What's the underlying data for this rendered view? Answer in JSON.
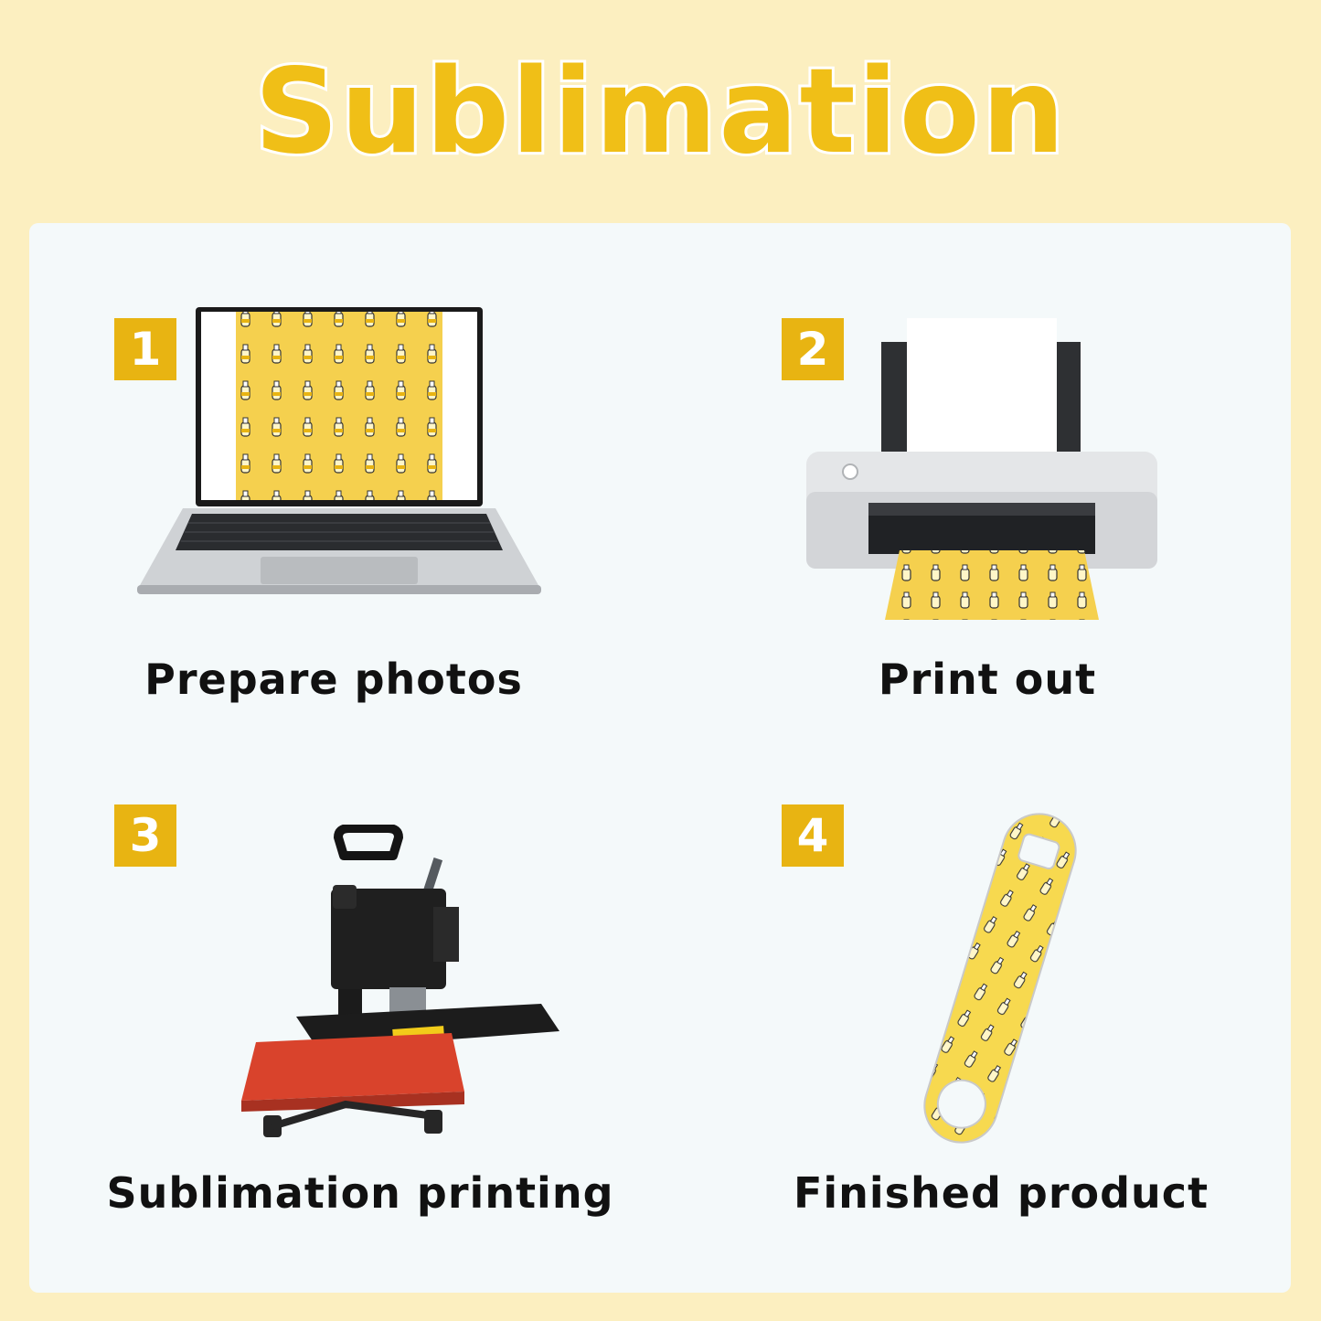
{
  "title": "Sublimation process",
  "steps": [
    {
      "number": "1",
      "label": "Prepare photos",
      "illustration": "laptop-icon"
    },
    {
      "number": "2",
      "label": "Print out",
      "illustration": "printer-icon"
    },
    {
      "number": "3",
      "label": "Sublimation printing",
      "illustration": "heat-press-icon"
    },
    {
      "number": "4",
      "label": "Finished product",
      "illustration": "bottle-opener-icon"
    }
  ],
  "colors": {
    "background": "#fcefc0",
    "panel": "#f4f9fa",
    "accent": "#e8b412",
    "title": "#f0bf17",
    "pattern": "#f5d04e"
  }
}
